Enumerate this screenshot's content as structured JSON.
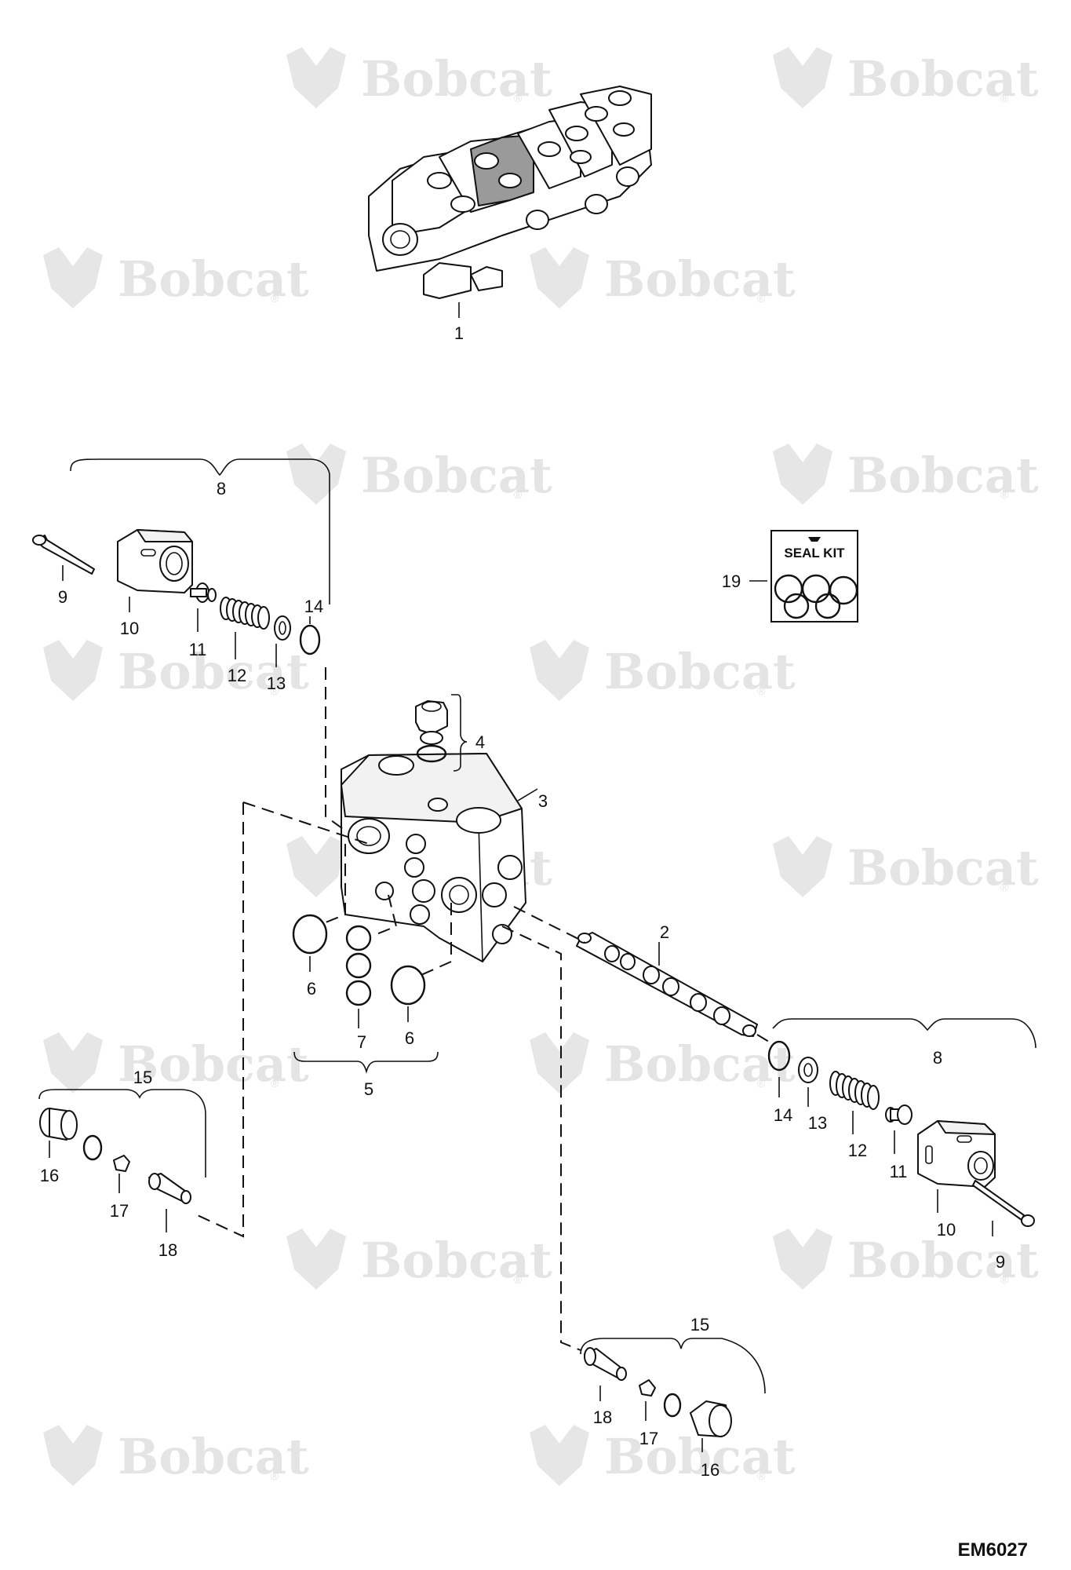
{
  "watermark": {
    "brand": "Bobcat",
    "mark": "®"
  },
  "figure_id": "EM6027",
  "seal_kit": {
    "label": "SEAL KIT"
  },
  "callouts": {
    "c1": "1",
    "c2": "2",
    "c3": "3",
    "c4": "4",
    "c5": "5",
    "c6a": "6",
    "c6b": "6",
    "c7": "7",
    "c8a": "8",
    "c8b": "8",
    "c9a": "9",
    "c9b": "9",
    "c10a": "10",
    "c10b": "10",
    "c11a": "11",
    "c11b": "11",
    "c12a": "12",
    "c12b": "12",
    "c13a": "13",
    "c13b": "13",
    "c14a": "14",
    "c14b": "14",
    "c15a": "15",
    "c15b": "15",
    "c16a": "16",
    "c16b": "16",
    "c17a": "17",
    "c17b": "17",
    "c18a": "18",
    "c18b": "18",
    "c19": "19"
  }
}
